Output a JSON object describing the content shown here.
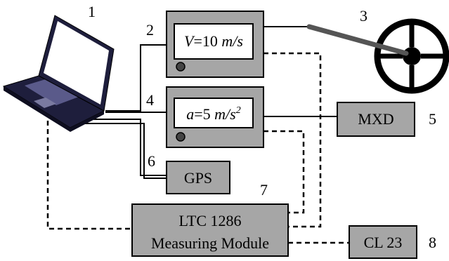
{
  "labels": {
    "n1": "1",
    "n2": "2",
    "n3": "3",
    "n4": "4",
    "n5": "5",
    "n6": "6",
    "n7": "7",
    "n8": "8"
  },
  "devices": {
    "speed_display": {
      "var": "V",
      "eq": "=10 ",
      "unit": "m/s"
    },
    "accel_display": {
      "var": "a",
      "eq": "=5 ",
      "unit": "m/s",
      "exp": "2"
    },
    "mxd": "MXD",
    "gps": "GPS",
    "ltc_line1": "LTC 1286",
    "ltc_line2": "Measuring Module",
    "cl23": "CL 23"
  },
  "colors": {
    "box_fill": "#a6a6a6",
    "display_fill": "#ffffff",
    "laptop_body": "#1e1e3c",
    "laptop_screen": "#ffffff",
    "wheel": "#000000"
  }
}
